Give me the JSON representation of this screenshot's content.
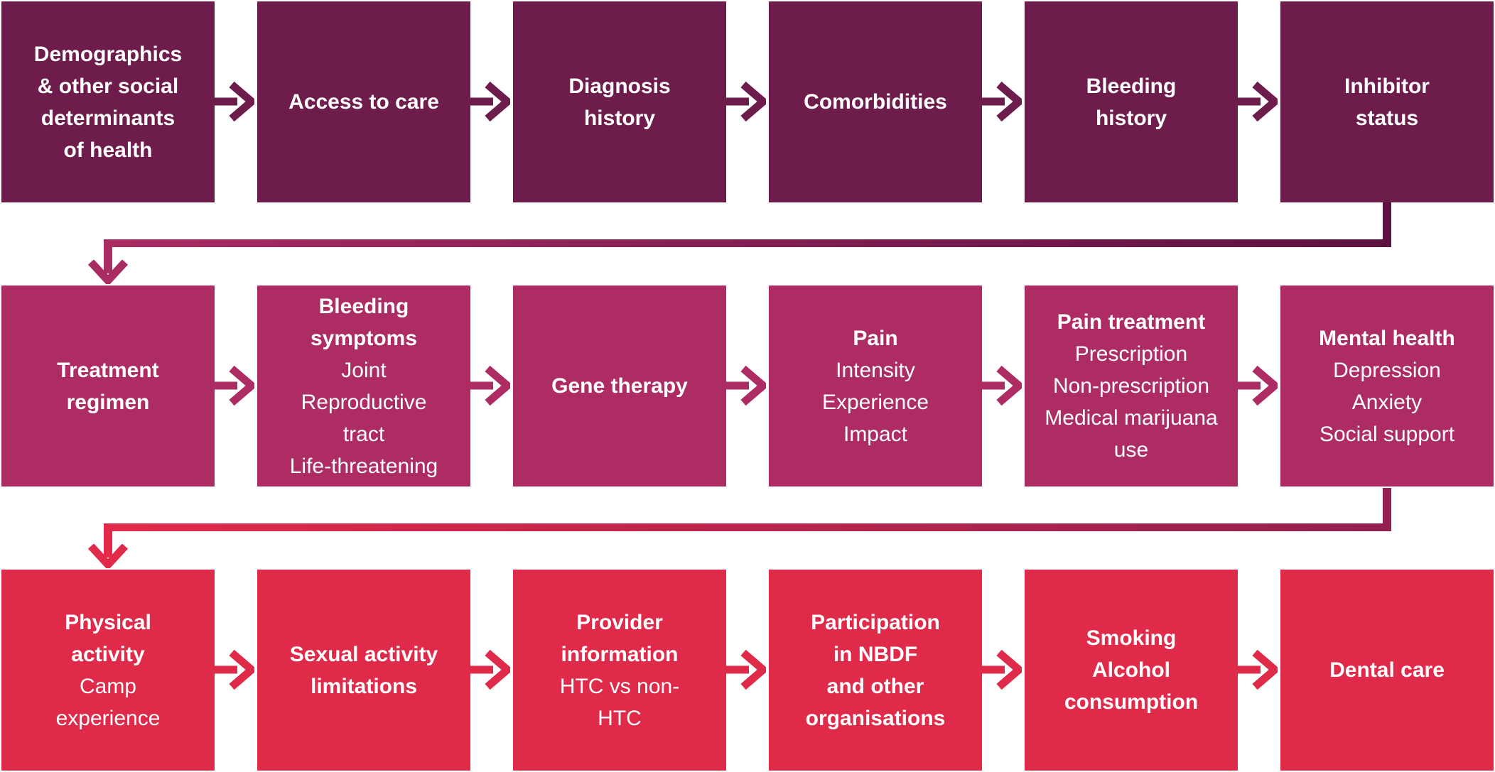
{
  "diagram": {
    "description": "Three-row snake flowchart of study/survey topic domains",
    "colors": {
      "row1_box": "#6E1C4B",
      "row2_box": "#AC2C63",
      "row3_box": "#E02A49",
      "connector1_gradient_left": "#A92C63",
      "connector1_gradient_right": "#5C1240",
      "connector2_gradient_left": "#E22B4A",
      "connector2_gradient_right": "#93204F",
      "text": "#FFFFFF",
      "background": "#FFFFFF"
    }
  },
  "rows": [
    {
      "name": "row-1",
      "boxes": [
        {
          "title": "Demographics\n& other social\ndeterminants\nof health",
          "sub": ""
        },
        {
          "title": "Access to care",
          "sub": ""
        },
        {
          "title": "Diagnosis\nhistory",
          "sub": ""
        },
        {
          "title": "Comorbidities",
          "sub": ""
        },
        {
          "title": "Bleeding\nhistory",
          "sub": ""
        },
        {
          "title": "Inhibitor\nstatus",
          "sub": ""
        }
      ]
    },
    {
      "name": "row-2",
      "boxes": [
        {
          "title": "Treatment\nregimen",
          "sub": ""
        },
        {
          "title": "Bleeding\nsymptoms",
          "sub": "Joint\nReproductive\ntract\nLife-threatening"
        },
        {
          "title": "Gene therapy",
          "sub": ""
        },
        {
          "title": "Pain",
          "sub": "Intensity\nExperience\nImpact"
        },
        {
          "title": "Pain treatment",
          "sub": "Prescription\nNon-prescription\nMedical marijuana\nuse"
        },
        {
          "title": "Mental health",
          "sub": "Depression\nAnxiety\nSocial support"
        }
      ]
    },
    {
      "name": "row-3",
      "boxes": [
        {
          "title": "Physical\nactivity",
          "sub": "Camp\nexperience"
        },
        {
          "title": "Sexual activity\nlimitations",
          "sub": ""
        },
        {
          "title": "Provider\ninformation",
          "sub": "HTC vs non-\nHTC"
        },
        {
          "title": "Participation\nin NBDF\nand other\norganisations",
          "sub": ""
        },
        {
          "title": "Smoking\nAlcohol\nconsumption",
          "sub": ""
        },
        {
          "title": "Dental care",
          "sub": ""
        }
      ]
    }
  ]
}
